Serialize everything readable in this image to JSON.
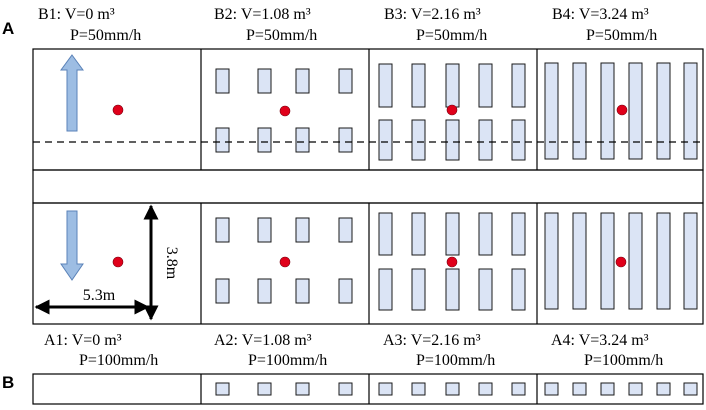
{
  "panels": {
    "A": "A",
    "B": "B"
  },
  "top_row": [
    {
      "id": "B1",
      "label": "B1: V=0 m³",
      "rate": "P=50mm/h"
    },
    {
      "id": "B2",
      "label": "B2: V=1.08 m³",
      "rate": "P=50mm/h"
    },
    {
      "id": "B3",
      "label": "B3: V=2.16 m³",
      "rate": "P=50mm/h"
    },
    {
      "id": "B4",
      "label": "B4: V=3.24 m³",
      "rate": "P=50mm/h"
    }
  ],
  "bottom_row": [
    {
      "id": "A1",
      "label": "A1: V=0 m³",
      "rate": "P=100mm/h"
    },
    {
      "id": "A2",
      "label": "A2: V=1.08 m³",
      "rate": "P=100mm/h"
    },
    {
      "id": "A3",
      "label": "A3: V=2.16 m³",
      "rate": "P=100mm/h"
    },
    {
      "id": "A4",
      "label": "A4: V=3.24 m³",
      "rate": "P=100mm/h"
    }
  ],
  "dimensions": {
    "height": "3.8m",
    "width": "5.3m"
  },
  "colors": {
    "block_fill": "#dbe4f5",
    "block_stroke": "#1a1a1a",
    "arrow_fill": "#9dbde3",
    "arrow_stroke": "#5a82b8",
    "sensor_dot": "#e0001a",
    "line": "#000000"
  }
}
